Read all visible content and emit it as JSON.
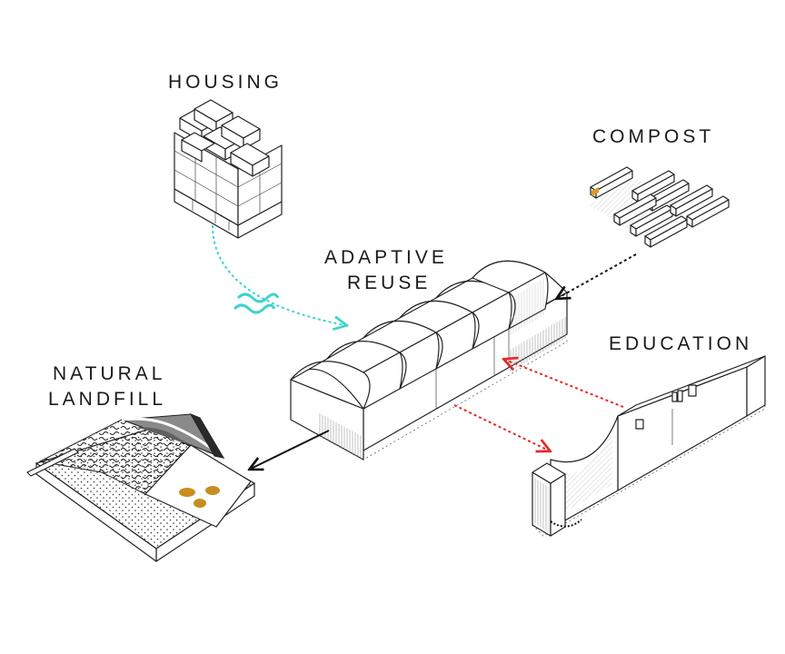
{
  "labels": {
    "housing": "HOUSING",
    "compost": "COMPOST",
    "adaptive_reuse_line1": "ADAPTIVE",
    "adaptive_reuse_line2": "REUSE",
    "education": "EDUCATION",
    "natural_landfill_line1": "NATURAL",
    "natural_landfill_line2": "LANDFILL"
  },
  "colors": {
    "housing_flow": "#3fd3cf",
    "education_flow": "#e8262b",
    "compost_flow": "#111111",
    "landfill_flow": "#111111",
    "compost_accent": "#d99a2b",
    "landfill_blobs": "#c98d1f"
  }
}
